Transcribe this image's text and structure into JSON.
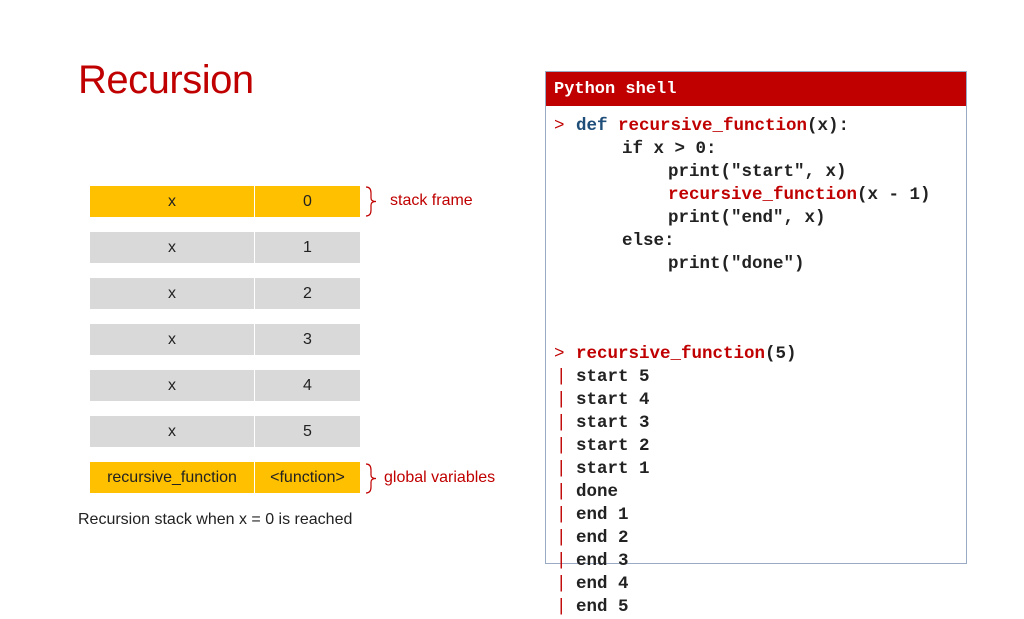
{
  "title": "Recursion",
  "frames": [
    {
      "name": "x",
      "value": "0",
      "highlight": true
    },
    {
      "name": "x",
      "value": "1",
      "highlight": false
    },
    {
      "name": "x",
      "value": "2",
      "highlight": false
    },
    {
      "name": "x",
      "value": "3",
      "highlight": false
    },
    {
      "name": "x",
      "value": "4",
      "highlight": false
    },
    {
      "name": "x",
      "value": "5",
      "highlight": false
    }
  ],
  "global_frame": {
    "name": "recursive_function",
    "value": "<function>"
  },
  "labels": {
    "stack_frame": "stack frame",
    "global_variables": "global  variables",
    "caption": "Recursion stack when x = 0 is reached"
  },
  "shell": {
    "header": "Python shell",
    "prompt": ">",
    "bar": "|",
    "def_lines": [
      {
        "parts": [
          {
            "t": "def ",
            "c": "kw"
          },
          {
            "t": "recursive_function",
            "c": "fn"
          },
          {
            "t": "(x):",
            "c": ""
          }
        ],
        "indent": 0,
        "prompt": true
      },
      {
        "parts": [
          {
            "t": "if x > 0:",
            "c": ""
          }
        ],
        "indent": 1,
        "prompt": false
      },
      {
        "parts": [
          {
            "t": "print(\"start\", x)",
            "c": ""
          }
        ],
        "indent": 2,
        "prompt": false
      },
      {
        "parts": [
          {
            "t": "recursive_function",
            "c": "fn"
          },
          {
            "t": "(x - 1)",
            "c": ""
          }
        ],
        "indent": 2,
        "prompt": false
      },
      {
        "parts": [
          {
            "t": "print(\"end\", x)",
            "c": ""
          }
        ],
        "indent": 2,
        "prompt": false
      },
      {
        "parts": [
          {
            "t": "else:",
            "c": ""
          }
        ],
        "indent": 1,
        "prompt": false
      },
      {
        "parts": [
          {
            "t": "print(\"done\")",
            "c": ""
          }
        ],
        "indent": 2,
        "prompt": false
      }
    ],
    "call": {
      "fn": "recursive_function",
      "args": "(5)"
    },
    "output": [
      "start 5",
      "start 4",
      "start 3",
      "start 2",
      "start 1",
      "done",
      "end 1",
      "end 2",
      "end 3",
      "end 4",
      "end 5"
    ]
  },
  "colors": {
    "accent": "#c00000",
    "highlight": "#ffc000",
    "frame": "#d9d9d9",
    "keyword": "#1f4e79"
  }
}
